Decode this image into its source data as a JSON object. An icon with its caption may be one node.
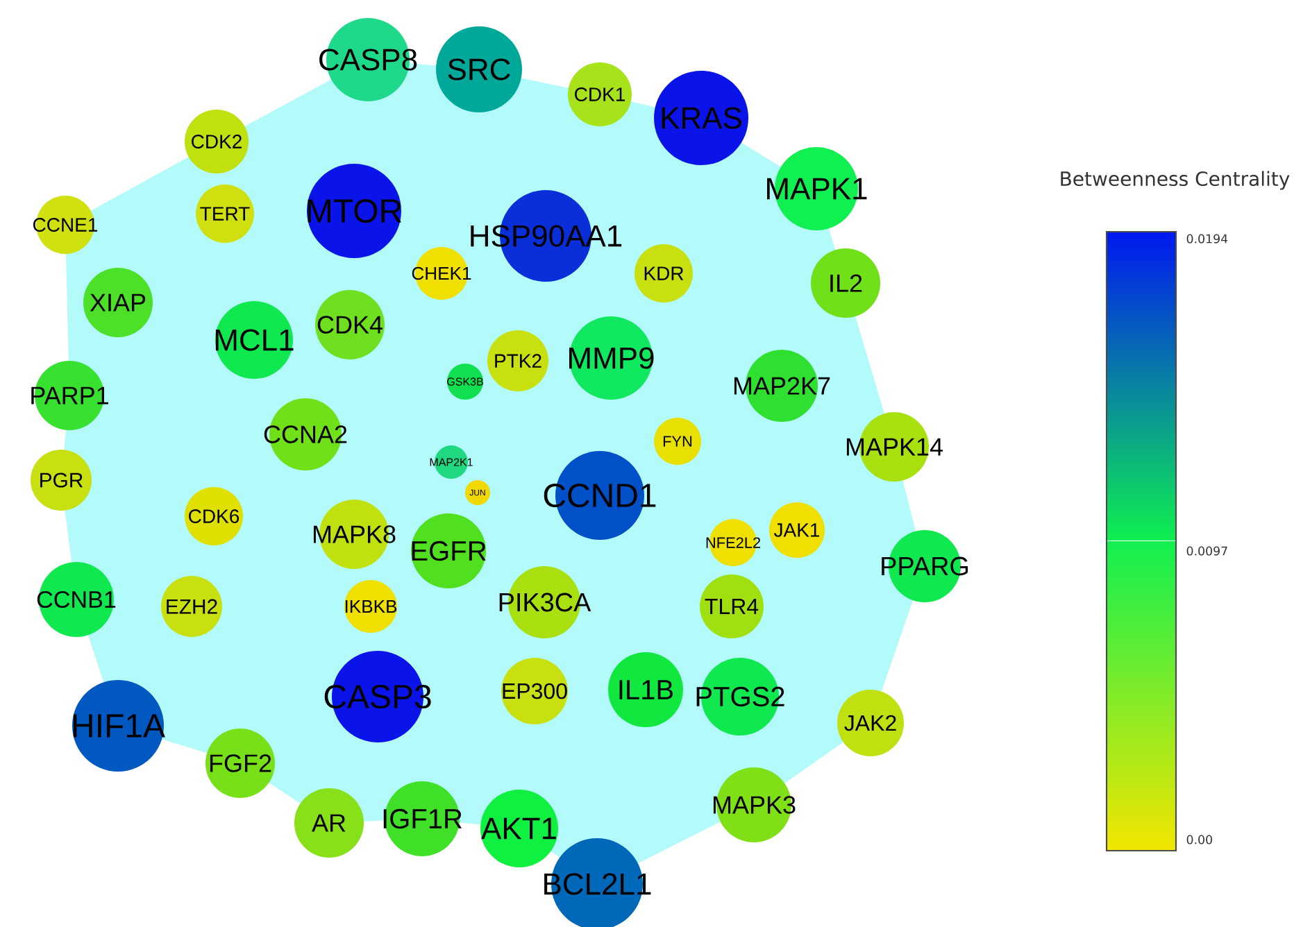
{
  "diagram": {
    "nodes": [
      {
        "text": [
          "CASP8"
        ]
      },
      {
        "text": [
          "SRC"
        ]
      },
      {
        "text": [
          "CDK1"
        ]
      },
      {
        "text": [
          "KRAS"
        ]
      },
      {
        "text": [
          "CDK2"
        ]
      },
      {
        "text": [
          "MAPK1"
        ]
      },
      {
        "text": [
          "CCNE1"
        ]
      },
      {
        "text": [
          "TERT"
        ]
      },
      {
        "text": [
          "MTOR"
        ]
      },
      {
        "text": [
          "HSP90AA1"
        ]
      },
      {
        "text": [
          "CHEK1"
        ]
      },
      {
        "text": [
          "KDR"
        ]
      },
      {
        "text": [
          "IL2"
        ]
      },
      {
        "text": [
          "XIAP"
        ]
      },
      {
        "text": [
          "MCL1"
        ]
      },
      {
        "text": [
          "CDK4"
        ]
      },
      {
        "text": [
          "PTK2"
        ]
      },
      {
        "text": [
          "MMP9"
        ]
      },
      {
        "text": [
          "GSK3B"
        ]
      },
      {
        "text": [
          "MAP2K7"
        ]
      },
      {
        "text": [
          "PARP1"
        ]
      },
      {
        "text": [
          "CCNA2"
        ]
      },
      {
        "text": [
          "FYN"
        ]
      },
      {
        "text": [
          "MAPK14"
        ]
      },
      {
        "text": [
          "MAP2K1"
        ]
      },
      {
        "text": [
          "PGR"
        ]
      },
      {
        "text": [
          "JUN"
        ]
      },
      {
        "text": [
          "CCND1"
        ]
      },
      {
        "text": [
          "CDK6"
        ]
      },
      {
        "text": [
          "NFE2L2"
        ]
      },
      {
        "text": [
          "JAK1"
        ]
      },
      {
        "text": [
          "MAPK8"
        ]
      },
      {
        "text": [
          "EGFR"
        ]
      },
      {
        "text": [
          "PPARG"
        ]
      },
      {
        "text": [
          "CCNB1"
        ]
      },
      {
        "text": [
          "EZH2"
        ]
      },
      {
        "text": [
          "IKBKB"
        ]
      },
      {
        "text": [
          "PIK3CA"
        ]
      },
      {
        "text": [
          "TLR4"
        ]
      },
      {
        "text": [
          "CASP3"
        ]
      },
      {
        "text": [
          "EP300"
        ]
      },
      {
        "text": [
          "IL1B"
        ]
      },
      {
        "text": [
          "PTGS2"
        ]
      },
      {
        "text": [
          "HIF1A"
        ]
      },
      {
        "text": [
          "JAK2"
        ]
      },
      {
        "text": [
          "FGF2"
        ]
      },
      {
        "text": [
          "MAPK3"
        ]
      },
      {
        "text": [
          "AR"
        ]
      },
      {
        "text": [
          "IGF1R"
        ]
      },
      {
        "text": [
          "AKT1"
        ]
      },
      {
        "text": [
          "BCL2L1"
        ]
      }
    ],
    "labels": [
      "Betweenness Centrality",
      "0.0194",
      "0.0097",
      "0.00"
    ]
  }
}
